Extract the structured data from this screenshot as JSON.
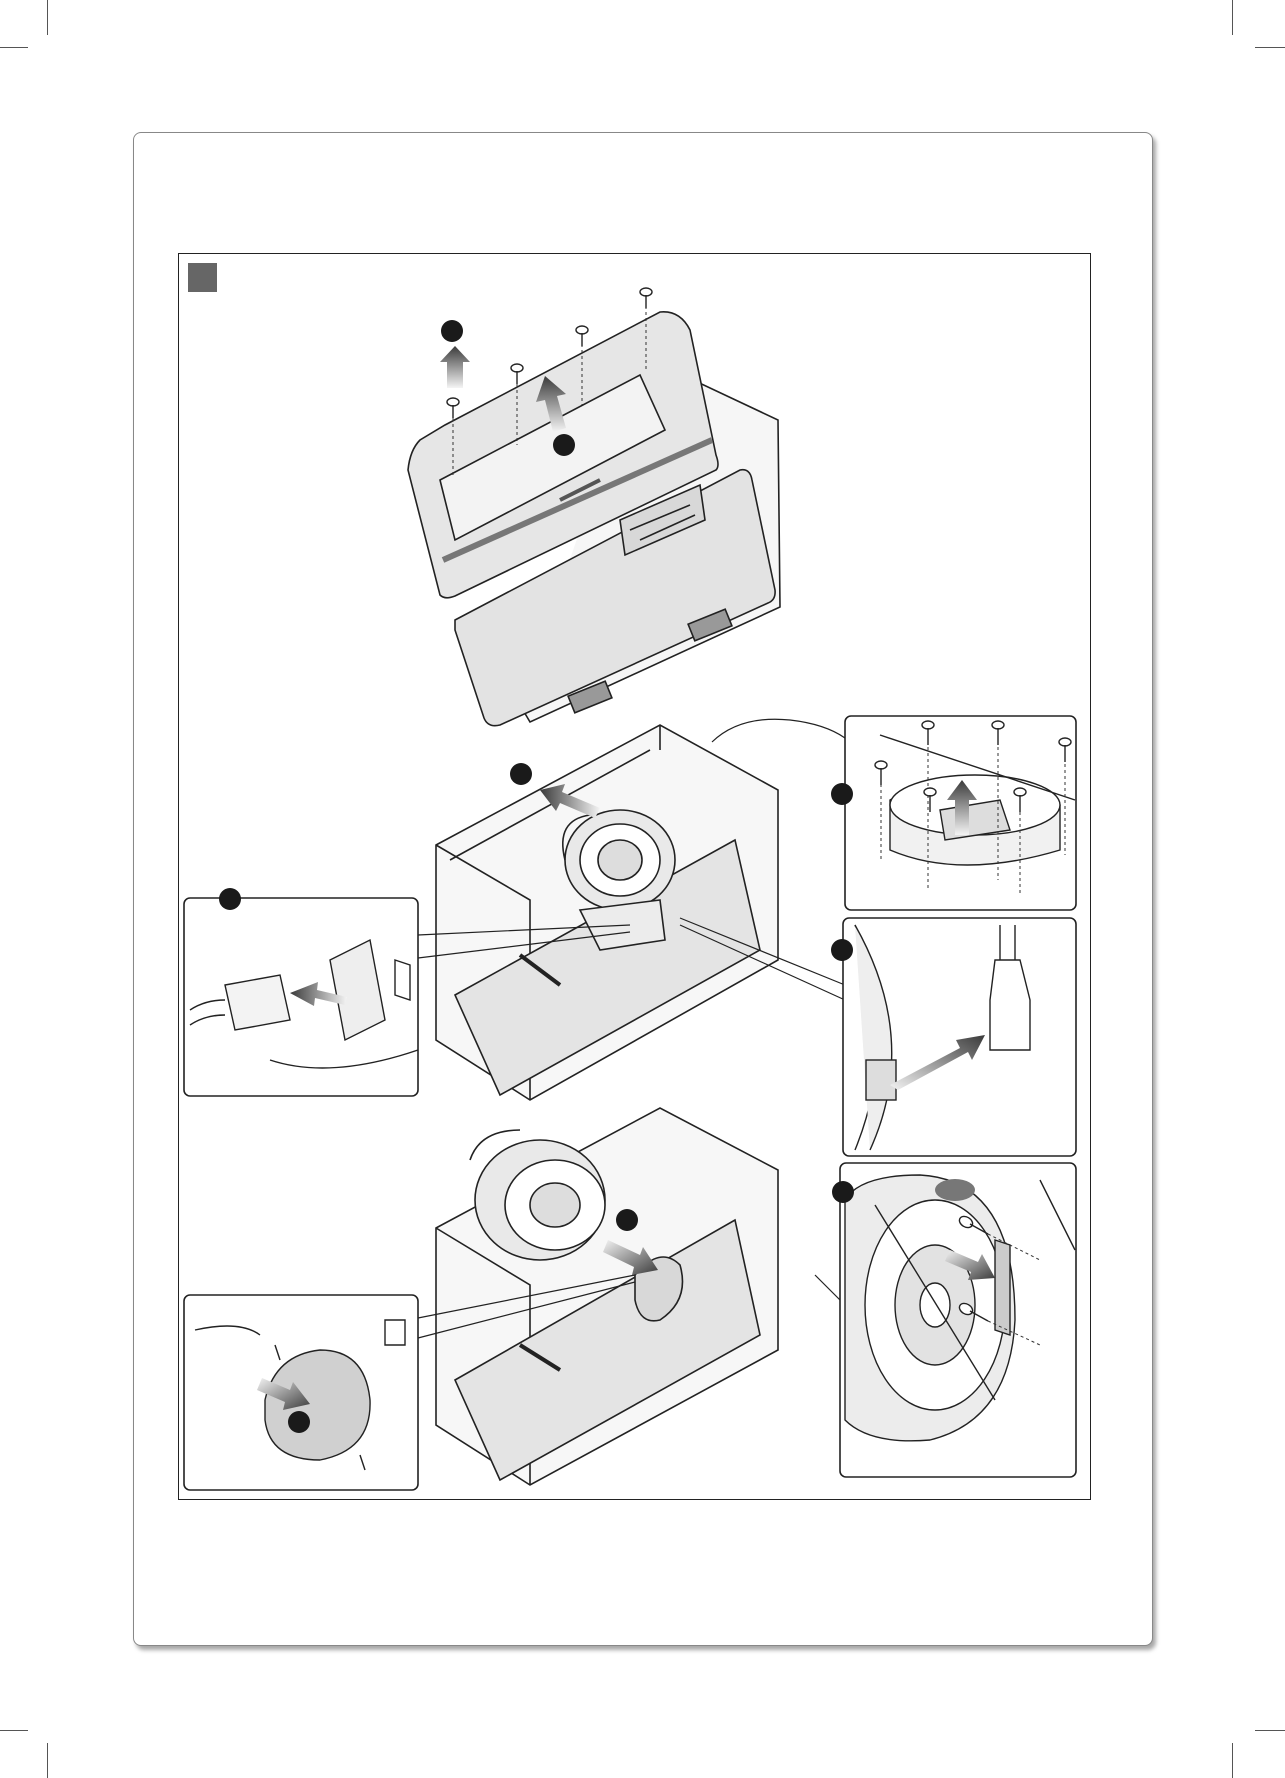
{
  "document": {
    "kind": "installation-diagram",
    "colors": {
      "line": "#222222",
      "step_square": "#666666",
      "badge": "#1a1a1a",
      "arrow_light": "#f2f2f2",
      "arrow_dark": "#444444",
      "panel_fill": "#e3e3e3",
      "part_fill": "#f4f4f4"
    },
    "icons": [
      "step-number-square",
      "step-badge",
      "screw-icon",
      "removal-arrow",
      "fan-motor-unit",
      "connector-plug",
      "power-plug",
      "filter-cover-plate"
    ]
  }
}
